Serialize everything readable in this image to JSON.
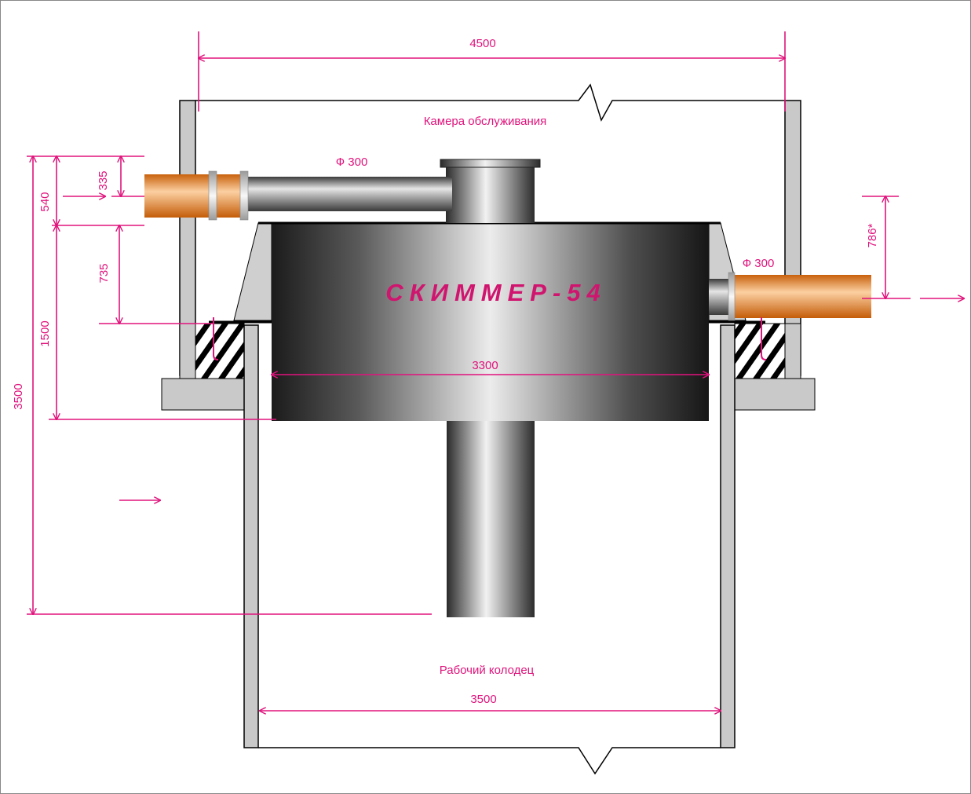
{
  "colors": {
    "dimension": "#e0137c",
    "title": "#d0156f",
    "wall": "#c9c9c9",
    "outline": "#000000",
    "pipe_orange": "#f28a1e"
  },
  "labels": {
    "service_chamber": "Камера обслуживания",
    "work_well": "Рабочий колодец",
    "title": "СКИММЕР-54",
    "pipe_inlet": "Ф 300",
    "pipe_outlet": "Ф 300"
  },
  "dimensions": {
    "chamber_width": "4500",
    "skimmer_diameter": "3300",
    "well_width": "3500",
    "total_height": "3500",
    "height_1500": "1500",
    "height_540": "540",
    "height_335": "335",
    "height_735": "735",
    "height_786": "786*"
  },
  "icons": {
    "inflow_arrow": "arrow-right-icon",
    "outflow_arrow": "arrow-right-icon"
  }
}
